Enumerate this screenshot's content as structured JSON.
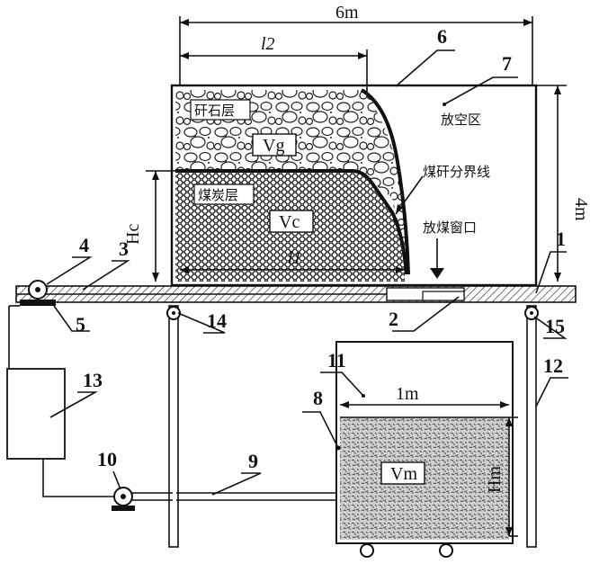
{
  "dimensions": {
    "width_total": "6m",
    "height_total": "4m",
    "tank_width": "1m",
    "l2": "l2",
    "l1": "l1",
    "hc": "Hc",
    "hm": "Hm"
  },
  "zones": {
    "gangue_layer": "矸石层",
    "coal_layer": "煤炭层",
    "vg": "Vg",
    "vc": "Vc",
    "vm": "Vm",
    "goaf": "放空区",
    "boundary_line": "煤矸分界线",
    "window": "放煤窗口"
  },
  "part_numbers": [
    "1",
    "2",
    "3",
    "4",
    "5",
    "6",
    "7",
    "8",
    "9",
    "10",
    "11",
    "12",
    "13",
    "14",
    "15"
  ]
}
